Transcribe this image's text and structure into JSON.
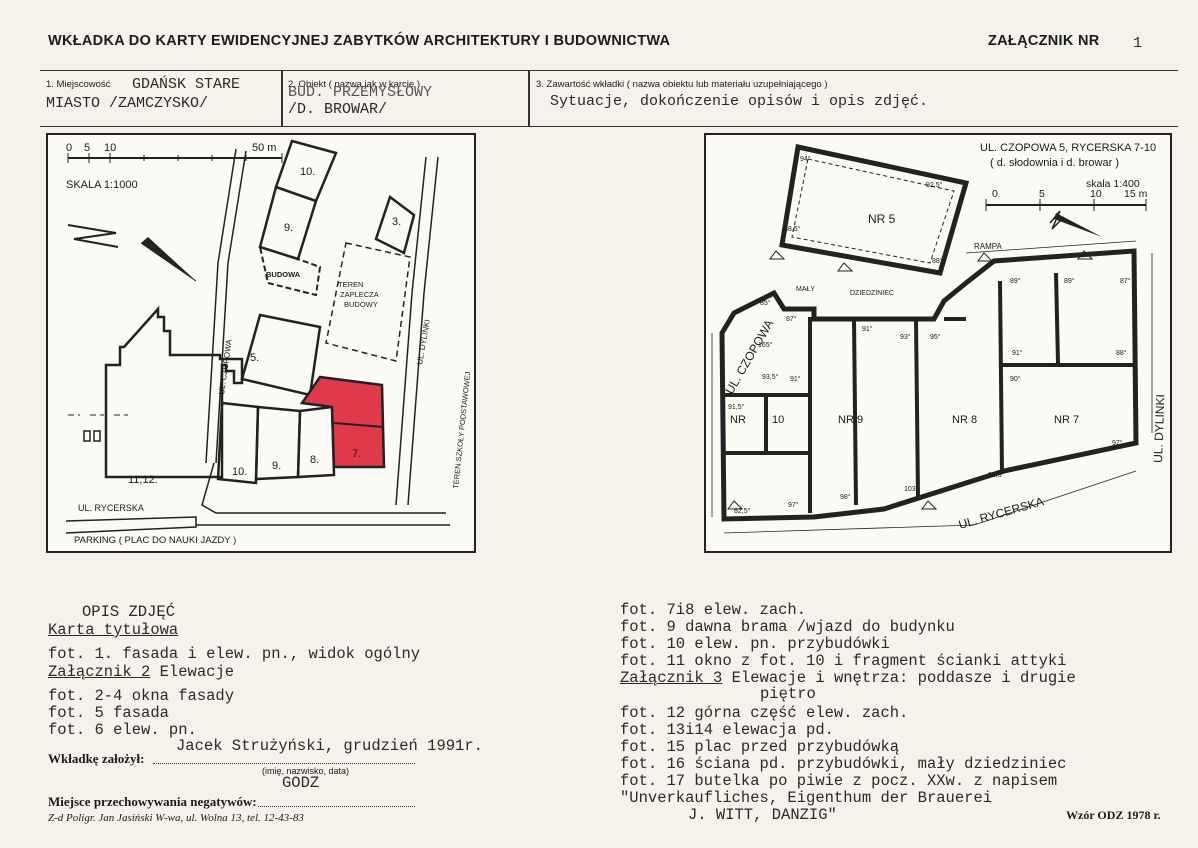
{
  "header": {
    "title": "WKŁADKA DO KARTY EWIDENCYJNEJ ZABYTKÓW ARCHITEKTURY I BUDOWNICTWA",
    "annex_label": "ZAŁĄCZNIK NR",
    "annex_number": "1"
  },
  "fields": {
    "location_label": "1. Miejscowość",
    "location_value_1": "GDAŃSK STARE",
    "location_value_2": "MIASTO /ZAMCZYSKO/",
    "object_label": "2. Obiekt ( nazwa jak w karcie )",
    "object_value_1": "BUD. PRZEMYSŁOWY",
    "object_value_2": "/D. BROWAR/",
    "content_label": "3. Zawartość wkładki ( nazwa obiektu lub materiału uzupełniającego )",
    "content_value": "Sytuacje, dokończenie opisów i opis zdjęć."
  },
  "site_plan": {
    "scale_ticks": [
      "0",
      "5",
      "10",
      "50 m"
    ],
    "scale_text": "SKALA 1:1000",
    "buildings": [
      "10.",
      "9.",
      "3.",
      "5.",
      "10.",
      "9.",
      "8.",
      "7.",
      "11,12."
    ],
    "budowa": "BUDOWA",
    "teren_zaplecza": [
      "TEREN",
      "ZAPLECZA",
      "BUDOWY"
    ],
    "street_czopowa": "UL. CZOPOWA",
    "street_dylinki": "UL. DYLINKI",
    "street_rycerska": "UL. RYCERSKA",
    "teren_szkoly": "TEREN SZKOŁY PODSTAWOWEJ",
    "parking": "PARKING ( PLAC DO NAUKI JAZDY )",
    "highlight_color": "#e03a4a"
  },
  "floor_plan": {
    "title_1": "UL. CZOPOWA 5, RYCERSKA 7-10",
    "title_2": "( d. słodownia i d. browar )",
    "scale_text": "skala 1:400",
    "scale_ticks": [
      "0",
      "5",
      "10",
      "15 m"
    ],
    "rooms": [
      "NR 5",
      "NR",
      "10",
      "NR 9",
      "NR 8",
      "NR 7"
    ],
    "rampa": "RAMPA",
    "maly": "MAŁY",
    "dziedziniec": "DZIEDZINIEC",
    "street_czopowa": "UL. CZOPOWA",
    "street_dylinki": "UL. DYLINKI",
    "street_rycerska": "UL. RYCERSKA",
    "angles": [
      "94°",
      "92,5°",
      "88,5°",
      "88°",
      "85°",
      "87°",
      "89°",
      "89°",
      "87°",
      "91°",
      "88°",
      "90°",
      "91°",
      "95°",
      "93°",
      "91°",
      "97°",
      "98,5°",
      "103°",
      "98°",
      "82,5°",
      "91,5°",
      "97°",
      "165°",
      "93,5°"
    ]
  },
  "left_text": {
    "heading": "OPIS ZDJĘĆ",
    "subheading": "Karta tytułowa",
    "line1": "fot. 1. fasada i elew. pn., widok ogólny",
    "annex2": "Załącznik 2",
    "annex2_rest": " Elewacje",
    "line2": "fot. 2-4 okna fasady",
    "line3": "fot. 5 fasada",
    "line4": "fot. 6 elew. pn.",
    "prepared_label": "Wkładkę założył:",
    "prepared_value": "Jacek Strużyński, grudzień 1991r.",
    "prepared_hint": "(imię, nazwisko, data)",
    "org": "GODZ",
    "storage_label": "Miejsce przechowywania negatywów:",
    "printer": "Z-d Poligr. Jan Jasiński W-wa, ul. Wolna 13, tel. 12-43-83"
  },
  "right_text": {
    "line1": "fot. 7i8 elew. zach.",
    "line2": "fot. 9 dawna brama /wjazd do budynku",
    "line3": "fot. 10 elew. pn. przybudówki",
    "line4": "fot. 11 okno z fot. 10 i fragment ścianki attyki",
    "annex3": "Załącznik 3",
    "annex3_rest": " Elewacje i wnętrza: poddasze i drugie",
    "annex3_cont": "piętro",
    "line5": "fot. 12 górna część elew. zach.",
    "line6": "fot. 13i14 elewacja pd.",
    "line7": "fot. 15 plac przed przybudówką",
    "line8": "fot. 16 ściana pd. przybudówki, mały dziedziniec",
    "line9": "fot. 17 butelka po piwie z pocz. XXw. z napisem",
    "line10": "\"Unverkaufliches, Eigenthum der Brauerei",
    "line11": "J. WITT, DANZIG\"",
    "wzor": "Wzór ODZ 1978 r."
  }
}
